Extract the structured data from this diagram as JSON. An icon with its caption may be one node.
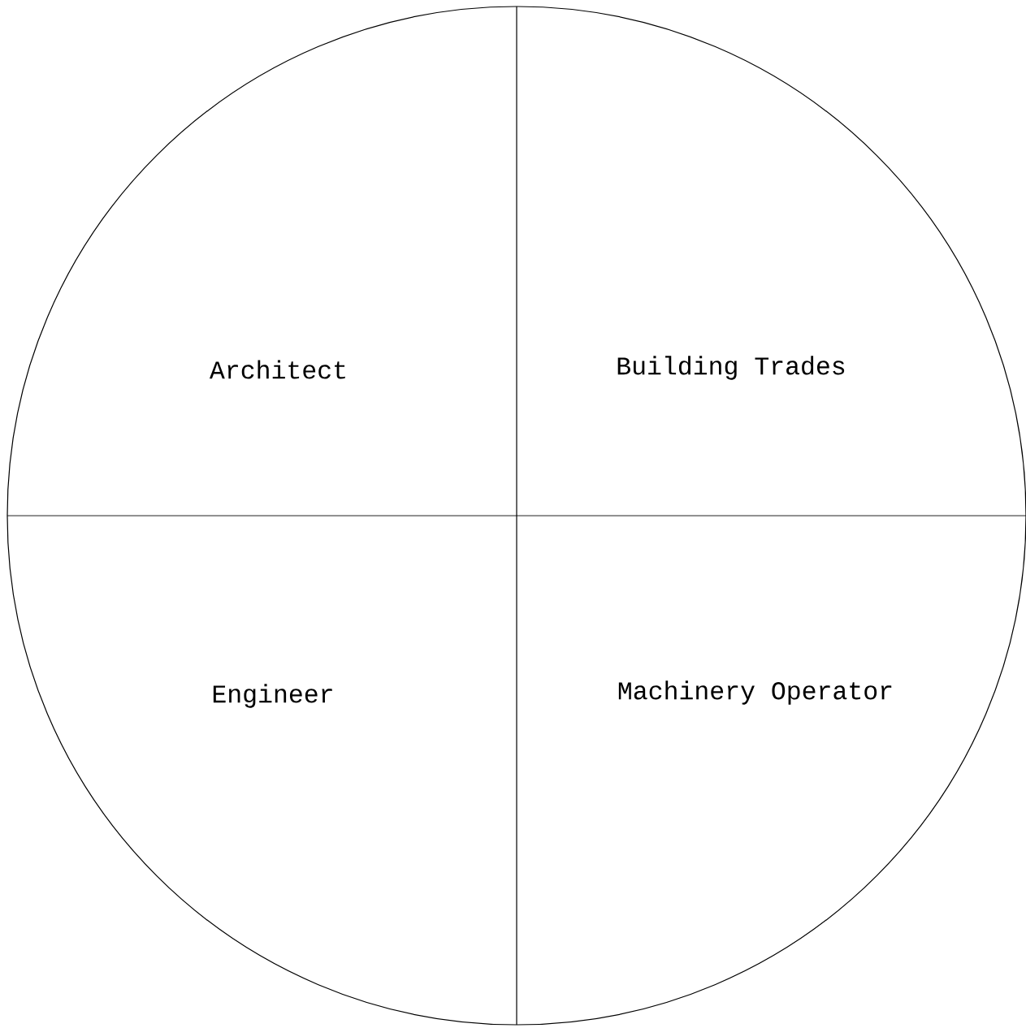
{
  "diagram": {
    "nodes": [
      {
        "text": [],
        "shape": "circle"
      },
      {
        "text": [
          "Architect"
        ],
        "in": 0
      },
      {
        "text": [
          "Building Trades"
        ],
        "in": 0
      },
      {
        "text": [
          "Engineer"
        ],
        "in": 0
      },
      {
        "text": [
          "Machinery Operator"
        ],
        "in": 0
      }
    ]
  }
}
